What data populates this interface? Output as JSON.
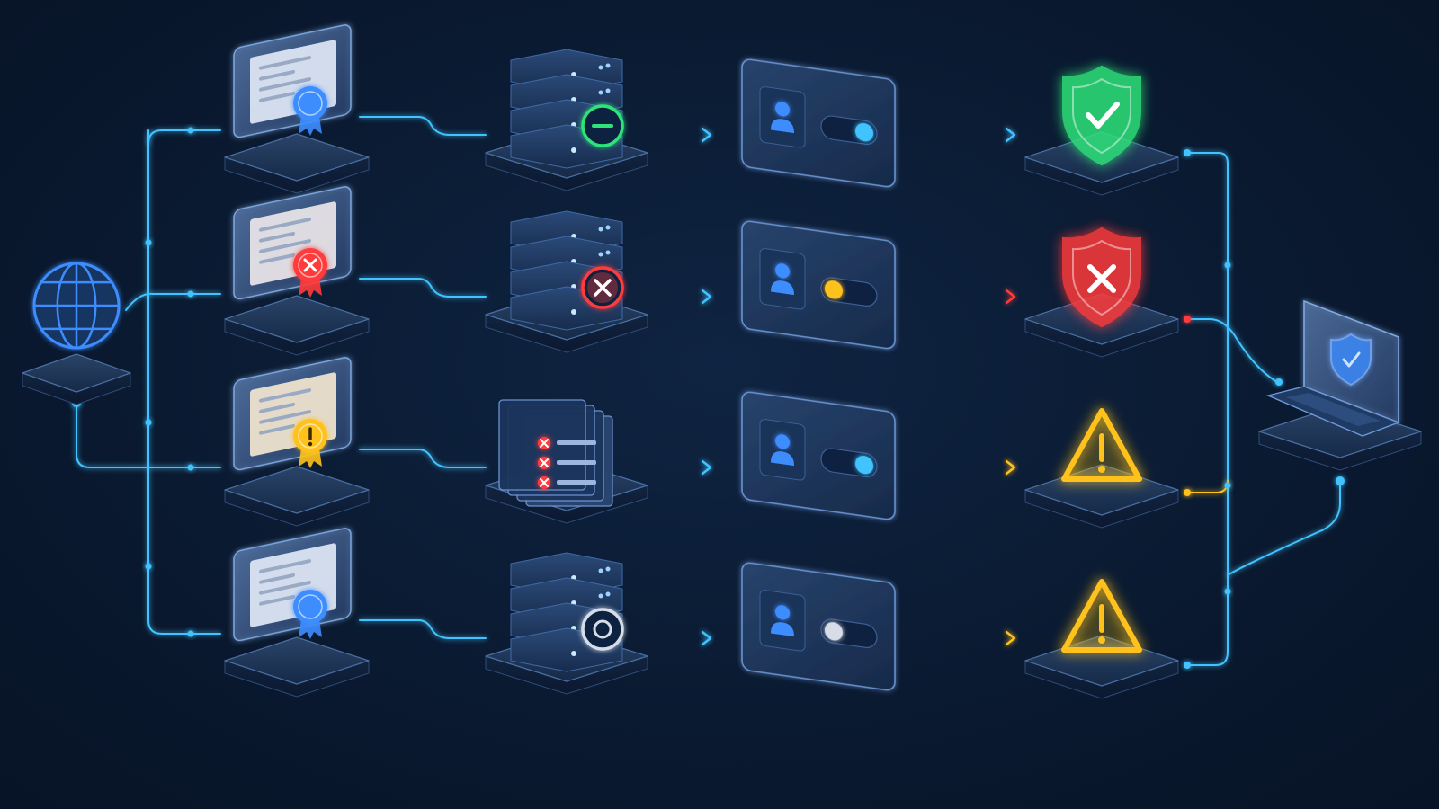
{
  "colors": {
    "background": "#0a1a31",
    "connector": "#3fc3ff",
    "success": "#2fe37a",
    "error": "#ff3b3b",
    "warning": "#ffc21a",
    "info": "#3d8dff",
    "neutral": "#d6dde8"
  },
  "source": {
    "icon": "globe-icon"
  },
  "destination": {
    "icon": "laptop-shield-icon"
  },
  "rows": [
    {
      "id": "row-1",
      "certificate": {
        "icon": "certificate-icon",
        "status": "valid",
        "seal": "ribbon-seal-icon",
        "color": "#3d8dff"
      },
      "server": {
        "icon": "server-rack-icon",
        "badge": "minus-circle-icon",
        "color": "#2fe37a"
      },
      "profile": {
        "icon": "user-icon",
        "toggle": "on",
        "color": "#3fc3ff"
      },
      "result": {
        "icon": "shield-check-icon",
        "status": "success",
        "color": "#2fe37a"
      },
      "arrow_color": "#3fc3ff"
    },
    {
      "id": "row-2",
      "certificate": {
        "icon": "certificate-icon",
        "status": "revoked",
        "seal": "x-seal-icon",
        "color": "#ff3b3b"
      },
      "server": {
        "icon": "server-rack-icon",
        "badge": "x-circle-icon",
        "color": "#ff3b3b"
      },
      "profile": {
        "icon": "user-icon",
        "toggle": "pending",
        "color": "#ffc21a"
      },
      "result": {
        "icon": "shield-x-icon",
        "status": "error",
        "color": "#ff3b3b"
      },
      "arrow_color": "#ff3b3b"
    },
    {
      "id": "row-3",
      "certificate": {
        "icon": "certificate-icon",
        "status": "warning",
        "seal": "exclamation-seal-icon",
        "color": "#ffc21a"
      },
      "server": {
        "icon": "document-stack-icon",
        "badge": "x-checklist-icon",
        "color": "#ff3b3b"
      },
      "profile": {
        "icon": "user-icon",
        "toggle": "on",
        "color": "#3fc3ff"
      },
      "result": {
        "icon": "warning-triangle-icon",
        "status": "warning",
        "color": "#ffc21a"
      },
      "arrow_color": "#ffc21a"
    },
    {
      "id": "row-4",
      "certificate": {
        "icon": "certificate-icon",
        "status": "valid",
        "seal": "ribbon-seal-icon",
        "color": "#3d8dff"
      },
      "server": {
        "icon": "server-rack-icon",
        "badge": "circle-dot-icon",
        "color": "#d6dde8"
      },
      "profile": {
        "icon": "user-icon",
        "toggle": "off",
        "color": "#d6dde8"
      },
      "result": {
        "icon": "warning-triangle-icon",
        "status": "warning",
        "color": "#ffc21a"
      },
      "arrow_color": "#ffc21a"
    }
  ]
}
